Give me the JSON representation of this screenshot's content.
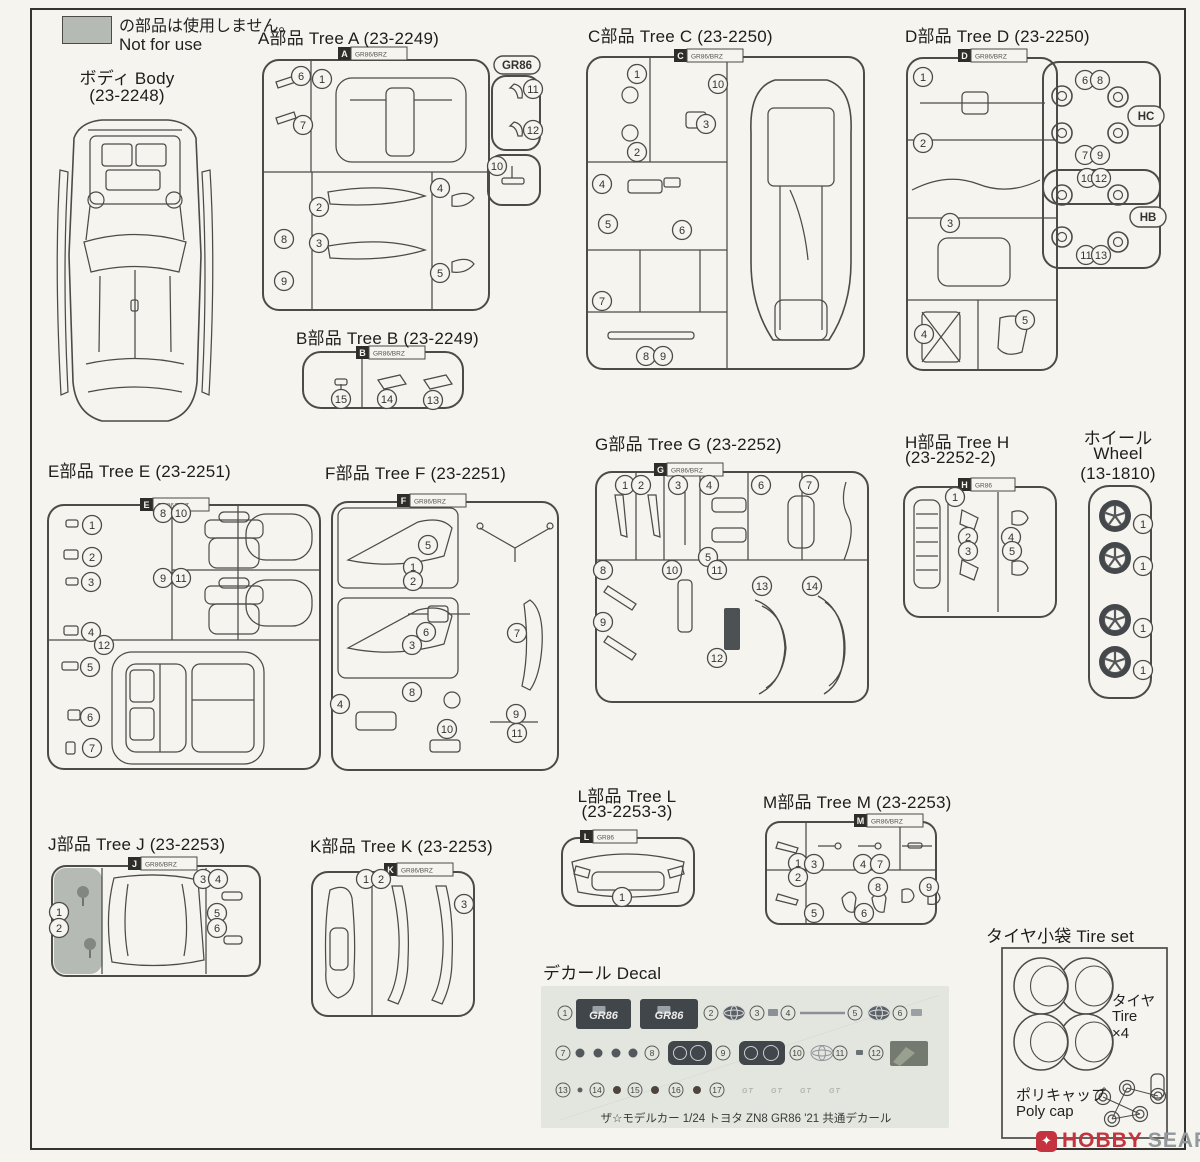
{
  "legend": {
    "jp": "の部品は使用しません。",
    "en": "Not for use"
  },
  "body_section": {
    "title": "ボディ Body",
    "code": "(23-2248)"
  },
  "trees": [
    {
      "id": "a",
      "title": "A部品 Tree A (23-2249)",
      "tag": {
        "letter": "A",
        "label": "GR86/BRZ"
      },
      "bubble": "GR86",
      "callouts": [
        "6",
        "1",
        "11",
        "7",
        "12",
        "10",
        "8",
        "3",
        "2",
        "9",
        "4",
        "5"
      ]
    },
    {
      "id": "b",
      "title": "B部品 Tree B (23-2249)",
      "tag": {
        "letter": "B",
        "label": "GR86/BRZ"
      },
      "callouts": [
        "15",
        "14",
        "13"
      ]
    },
    {
      "id": "c",
      "title": "C部品 Tree C (23-2250)",
      "tag": {
        "letter": "C",
        "label": "GR86/BRZ"
      },
      "callouts": [
        "1",
        "10",
        "3",
        "2",
        "4",
        "5",
        "6",
        "7",
        "8",
        "9"
      ]
    },
    {
      "id": "d",
      "title": "D部品 Tree D (23-2250)",
      "tag": {
        "letter": "D",
        "label": "GR86/BRZ"
      },
      "labels": [
        "HC",
        "HB"
      ],
      "callouts": [
        "1",
        "6",
        "8",
        "7",
        "9",
        "2",
        "10",
        "12",
        "3",
        "11",
        "13",
        "4",
        "5"
      ]
    },
    {
      "id": "e",
      "title": "E部品 Tree E (23-2251)",
      "tag": {
        "letter": "E",
        "label": "GR86/BRZ"
      },
      "callouts": [
        "1",
        "8",
        "10",
        "2",
        "9",
        "11",
        "3",
        "4",
        "12",
        "5",
        "6",
        "7"
      ]
    },
    {
      "id": "f",
      "title": "F部品 Tree F (23-2251)",
      "tag": {
        "letter": "F",
        "label": "GR86/BRZ"
      },
      "callouts": [
        "5",
        "1",
        "2",
        "6",
        "7",
        "3",
        "4",
        "8",
        "9",
        "10",
        "11"
      ]
    },
    {
      "id": "g",
      "title": "G部品 Tree G (23-2252)",
      "tag": {
        "letter": "G",
        "label": "GR86/BRZ"
      },
      "callouts": [
        "1",
        "2",
        "3",
        "4",
        "6",
        "7",
        "5",
        "8",
        "10",
        "11",
        "13",
        "14",
        "9",
        "12"
      ]
    },
    {
      "id": "h",
      "title": "H部品 Tree H",
      "title2": "(23-2252-2)",
      "tag": {
        "letter": "H",
        "label": "GR86"
      },
      "callouts": [
        "1",
        "2",
        "3",
        "4",
        "5"
      ]
    },
    {
      "id": "wheel",
      "title": "ホイール",
      "title2": "Wheel",
      "title3": "(13-1810)",
      "callouts": [
        "1",
        "1",
        "1",
        "1"
      ]
    },
    {
      "id": "j",
      "title": "J部品 Tree J (23-2253)",
      "tag": {
        "letter": "J",
        "label": "GR86/BRZ"
      },
      "callouts": [
        "1",
        "2",
        "3",
        "4",
        "5",
        "6"
      ]
    },
    {
      "id": "k",
      "title": "K部品 Tree K (23-2253)",
      "tag": {
        "letter": "K",
        "label": "GR86/BRZ"
      },
      "callouts": [
        "1",
        "2",
        "3"
      ]
    },
    {
      "id": "l",
      "title": "L部品 Tree L",
      "title2": "(23-2253-3)",
      "tag": {
        "letter": "L",
        "label": "GR86"
      },
      "callouts": [
        "1"
      ]
    },
    {
      "id": "m",
      "title": "M部品 Tree M (23-2253)",
      "tag": {
        "letter": "M",
        "label": "GR86/BRZ"
      },
      "callouts": [
        "1",
        "3",
        "4",
        "7",
        "2",
        "8",
        "9",
        "5",
        "6"
      ]
    }
  ],
  "decal": {
    "title": "デカール Decal",
    "numbers": [
      "1",
      "2",
      "3",
      "4",
      "5",
      "6",
      "7",
      "8",
      "9",
      "10",
      "11",
      "12",
      "13",
      "14",
      "15",
      "16",
      "17"
    ],
    "plate_text": "GR86",
    "gt_text": "GT",
    "caption": "ザ☆モデルカー 1/24 トヨタ ZN8 GR86 '21 共通デカール"
  },
  "tire_set": {
    "title": "タイヤ小袋 Tire set",
    "tire_jp": "タイヤ",
    "tire_en": "Tire",
    "tire_qty": "×4",
    "poly_jp": "ポリキャップ",
    "poly_en": "Poly cap"
  },
  "watermark": {
    "hobby": "HOBBY",
    "search": "SEARCH"
  },
  "colors": {
    "line": "#4b4b47",
    "paper": "#f5f4ef",
    "gray_part": "#b6bab4",
    "decal_bg": "#e3e5df",
    "dark": "#41464b",
    "red": "#c4333e"
  }
}
